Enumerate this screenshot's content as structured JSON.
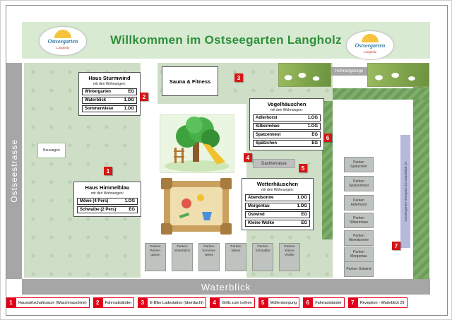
{
  "header": {
    "title": "Willkommen im Ostseegarten Langholz",
    "logo_text": "Ostseegarten",
    "logo_subtext": "Langholz"
  },
  "streets": {
    "left": "Ostseestrasse",
    "bottom": "Waterblick",
    "reception": "Ostseegarten Rezeption im Waterblick 29"
  },
  "facilities": {
    "sauna": "Sauna & Fitness",
    "huehnergehege": "Hühnergehege",
    "dachterrasse": "Dachterrasse",
    "bauwagen": "Bauwagen"
  },
  "houses": {
    "sturmwind": {
      "name": "Haus Sturmwind",
      "subtitle": "mit den Wohnungen:",
      "apartments": [
        {
          "name": "Wintergarten",
          "floor": "EG"
        },
        {
          "name": "Waterblick",
          "floor": "1.OG"
        },
        {
          "name": "Sommerwiese",
          "floor": "1.OG"
        }
      ]
    },
    "himmelblau": {
      "name": "Haus Himmelblau",
      "subtitle": "mit den Wohnungen:",
      "apartments": [
        {
          "name": "Möwe (4 Pers)",
          "floor": "1.OG"
        },
        {
          "name": "Schwalbe (2 Pers)",
          "floor": "EG"
        }
      ]
    },
    "vogelhaeuschen": {
      "name": "Vogelhäuschen",
      "subtitle": "mit den Wohnungen:",
      "apartments": [
        {
          "name": "Adlerhorst",
          "floor": "1.OG"
        },
        {
          "name": "Silbermöwe",
          "floor": "1.OG"
        },
        {
          "name": "Spatzennest",
          "floor": "EG"
        },
        {
          "name": "Spätzchen",
          "floor": "EG"
        }
      ]
    },
    "wetterhaeuschen": {
      "name": "Wetterhäuschen",
      "subtitle": "mit den Wohnungen:",
      "apartments": [
        {
          "name": "Abendsonne",
          "floor": "1.OG"
        },
        {
          "name": "Morgentau",
          "floor": "1.OG"
        },
        {
          "name": "Ostwind",
          "floor": "EG"
        },
        {
          "name": "Kleine Wolke",
          "floor": "EG"
        }
      ]
    }
  },
  "parking_bottom": [
    "Parken Winter­garten",
    "Parken Waterblick",
    "Parken Sommer­wiese",
    "Parken Möwe",
    "Parken Schwalbe",
    "Parken Kleine Wolke"
  ],
  "parking_right": [
    "Parken Spätzchen",
    "Parken Spatzennest",
    "Parken Adlerhorst",
    "Parken Silbermöwe",
    "Parken Abendsonne",
    "Parken Morgentau",
    "Parken Ostwind"
  ],
  "markers": [
    "1",
    "2",
    "3",
    "4",
    "5",
    "6",
    "7"
  ],
  "legend": [
    {
      "num": "1",
      "label": "Hauswirtschaftsraum (Waschmaschine)"
    },
    {
      "num": "2",
      "label": "Fahrradständer"
    },
    {
      "num": "3",
      "label": "E-Bike Ladestation (überdacht)"
    },
    {
      "num": "4",
      "label": "Grills zum Leihen"
    },
    {
      "num": "5",
      "label": "Müllentsorgung"
    },
    {
      "num": "6",
      "label": "Fahrradständer"
    },
    {
      "num": "7",
      "label": "Rezeption - Waterblick 29"
    }
  ],
  "colors": {
    "header_bg": "#d9ead3",
    "title_green": "#2e8f3a",
    "map_green": "#cfdec6",
    "street_gray": "#a6a6a6",
    "marker_red": "#d41717",
    "legend_red": "#e2001a",
    "reception_lavender": "#b7b9dc",
    "hedge_green": "#6d9c5c"
  }
}
